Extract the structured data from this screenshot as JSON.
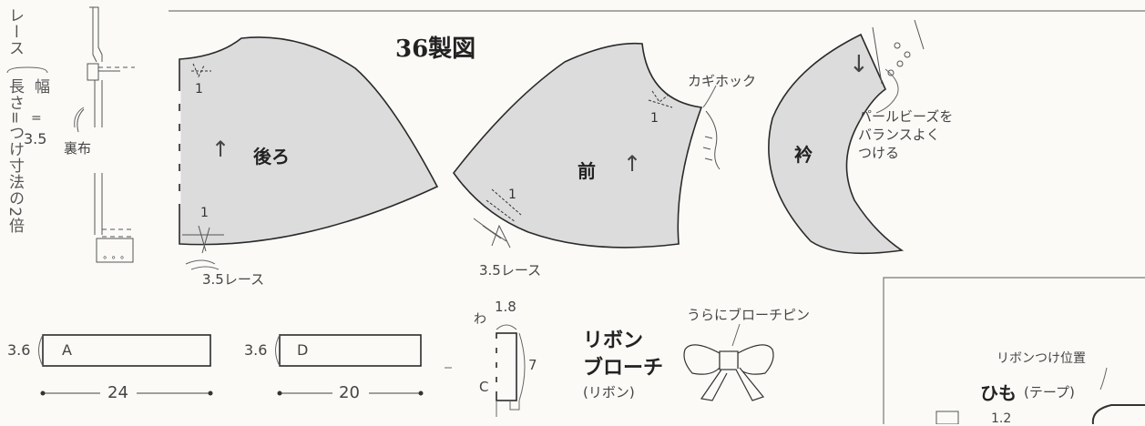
{
  "title": "36製図",
  "side_notes": {
    "lace": "レース",
    "width_label": "幅",
    "equals": "=",
    "width_value": "3.5",
    "length_label": "長さ=つけ寸法の2倍"
  },
  "lining": "裏布",
  "back_piece": {
    "label": "後ろ",
    "arrow": "↑",
    "seam_top": "1",
    "seam_bottom": "1",
    "lace": "3.5レース"
  },
  "front_piece": {
    "label": "前",
    "arrow": "↑",
    "seam_top": "1",
    "seam_bottom": "1",
    "lace": "3.5レース",
    "hook": "カギホック"
  },
  "collar": {
    "label": "衿",
    "arrow": "↓",
    "pearl_note": [
      "パールビーズを",
      "バランスよく",
      "つける"
    ]
  },
  "rect_a": {
    "height": "3.6",
    "letter": "A",
    "length": "24"
  },
  "rect_d": {
    "height": "3.6",
    "letter": "D",
    "length": "20"
  },
  "small_piece": {
    "fold": "わ",
    "width": "1.8",
    "length": "7",
    "letter": "C"
  },
  "ribbon": {
    "title_line1": "リボン",
    "title_line2": "ブローチ",
    "sub": "(リボン)",
    "pin_note": "うらにブローチピン"
  },
  "tie": {
    "position_note": "リボンつけ位置",
    "title": "ひも",
    "sub": "(テープ)",
    "value": "1.2"
  },
  "colors": {
    "fill": "#dcdcdc",
    "stroke": "#2a2a2a",
    "line": "#555555"
  }
}
